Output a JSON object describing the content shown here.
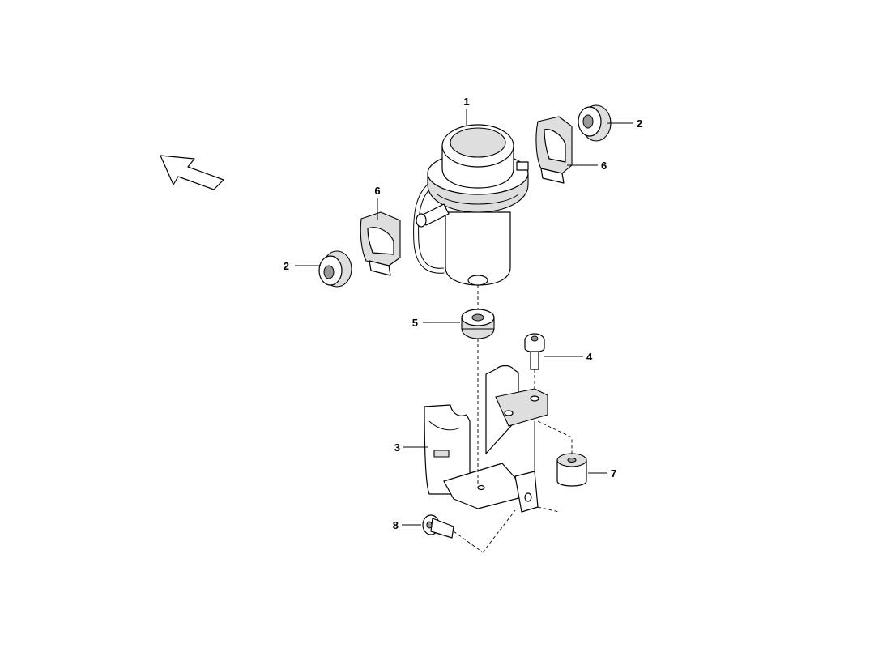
{
  "diagram": {
    "callouts": [
      {
        "id": "c1",
        "label": "1"
      },
      {
        "id": "c2a",
        "label": "2"
      },
      {
        "id": "c2b",
        "label": "2"
      },
      {
        "id": "c3",
        "label": "3"
      },
      {
        "id": "c4",
        "label": "4"
      },
      {
        "id": "c5",
        "label": "5"
      },
      {
        "id": "c6a",
        "label": "6"
      },
      {
        "id": "c6b",
        "label": "6"
      },
      {
        "id": "c7",
        "label": "7"
      },
      {
        "id": "c8",
        "label": "8"
      }
    ],
    "colors": {
      "line": "#000000",
      "part_fill": "#ffffff",
      "part_shade": "#dedede",
      "background": "#ffffff"
    }
  }
}
